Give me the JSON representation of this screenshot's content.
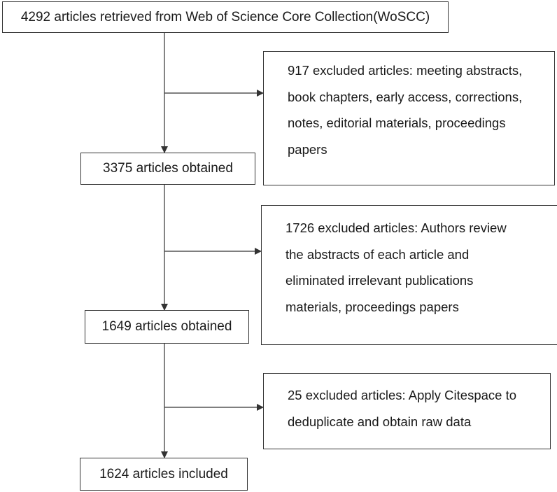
{
  "flow": {
    "steps": [
      {
        "label": "4292 articles retrieved from Web of Science Core Collection(WoSCC)"
      },
      {
        "label": "3375 articles obtained"
      },
      {
        "label": "1649 articles obtained"
      },
      {
        "label": "1624 articles included"
      }
    ],
    "exclusions": [
      {
        "lines": [
          "917 excluded articles: meeting abstracts,",
          "book chapters, early access, corrections,",
          "notes, editorial materials, proceedings",
          "papers"
        ]
      },
      {
        "lines": [
          "1726 excluded articles: Authors review",
          "the abstracts of each article and",
          "eliminated irrelevant publications",
          "materials, proceedings papers"
        ]
      },
      {
        "lines": [
          "25 excluded articles: Apply Citespace to",
          "deduplicate and obtain raw data"
        ]
      }
    ]
  },
  "colors": {
    "stroke": "#333333",
    "text": "#1a1a1a",
    "background": "#ffffff"
  }
}
